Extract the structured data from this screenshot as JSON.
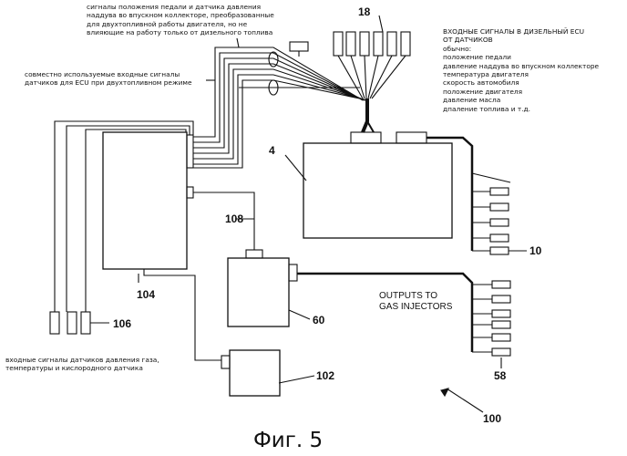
{
  "annotations": {
    "pedal_signals": "сигналы положения педали и датчика давления\nнаддува во впускном коллекторе, преобразованные\nдля двухтопливной работы двигателя, но не\nвлияющие на работу только от дизельного топлива",
    "shared_inputs": "совместно используемые входные сигналы\nдатчиков для ECU при двухтопливном режиме",
    "diesel_inputs": "ВХОДНЫЕ СИГНАЛЫ В ДИЗЕЛЬНЫЙ ECU\nОТ ДАТЧИКОВ\nобычно:\nположение педали\nдавление наддува во впускном коллекторе\nтемпература двигателя\nскорость автомобиля\nположение двигателя\nдавление масла\nдпаление топлива и т.д.",
    "gas_sensors": "входные сигналы датчиков давления газа,\nтемпературы и кислородного датчика",
    "outputs_gas": "OUTPUTS TO\nGAS INJECTORS"
  },
  "labels": {
    "n18": "18",
    "n4": "4",
    "n104": "104",
    "n106": "106",
    "n108": "108",
    "n60": "60",
    "n102": "102",
    "n10": "10",
    "n58": "58",
    "n100": "100"
  },
  "caption": "Фиг. 5"
}
